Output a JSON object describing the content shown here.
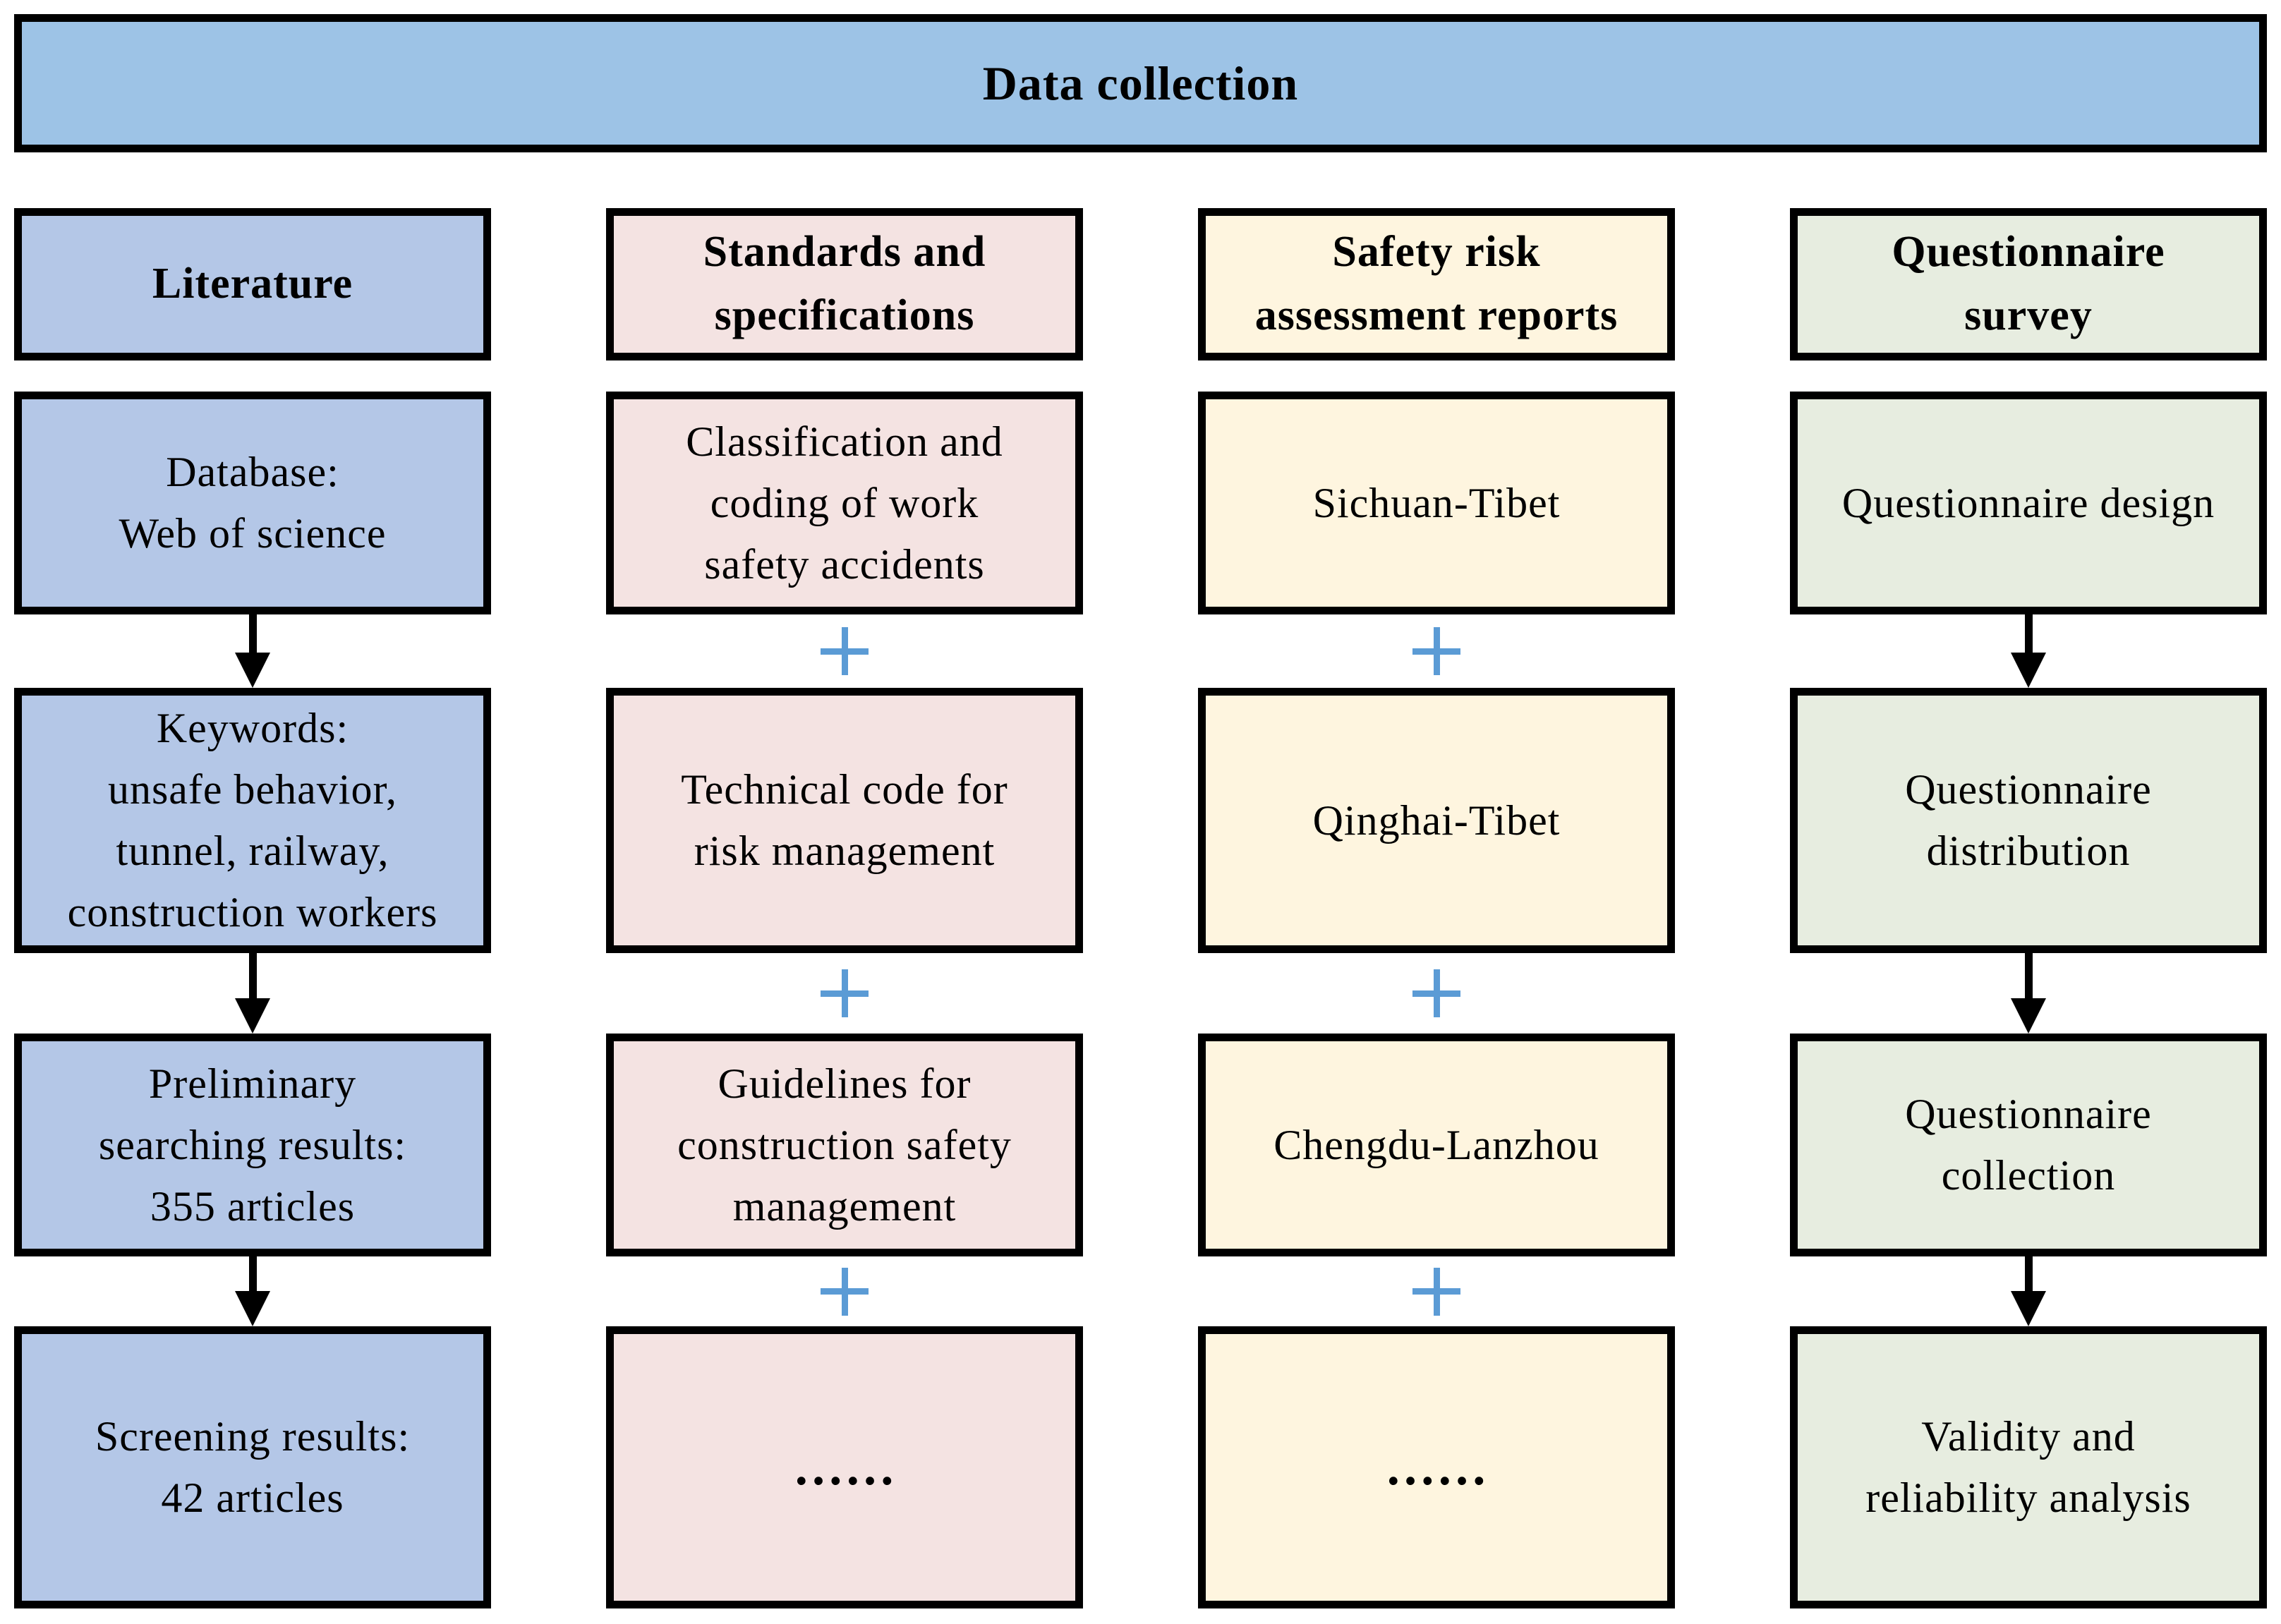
{
  "title": "Data collection",
  "colors": {
    "banner": "#9DC3E6",
    "literature": "#B4C7E7",
    "standards": "#F4E3E2",
    "safety_reports": "#FEF5DF",
    "questionnaire": "#E7EDE0",
    "plus_connector": "#5B9BD5",
    "arrow_connector": "#000000",
    "border": "#000000"
  },
  "columns": [
    {
      "header": "Literature",
      "connector": "arrow",
      "rows": [
        "Database:\nWeb of science",
        "Keywords:\nunsafe behavior,\ntunnel, railway,\nconstruction workers",
        "Preliminary\nsearching results:\n355 articles",
        "Screening results:\n42 articles"
      ]
    },
    {
      "header": "Standards and\nspecifications",
      "connector": "plus",
      "rows": [
        "Classification and\ncoding of work\nsafety accidents",
        "Technical code for\nrisk management",
        "Guidelines for\nconstruction safety\nmanagement",
        "……"
      ]
    },
    {
      "header": "Safety risk\nassessment reports",
      "connector": "plus",
      "rows": [
        "Sichuan-Tibet",
        "Qinghai-Tibet",
        "Chengdu-Lanzhou",
        "……"
      ]
    },
    {
      "header": "Questionnaire\nsurvey",
      "connector": "arrow",
      "rows": [
        "Questionnaire design",
        "Questionnaire\ndistribution",
        "Questionnaire\ncollection",
        "Validity and\nreliability analysis"
      ]
    }
  ]
}
